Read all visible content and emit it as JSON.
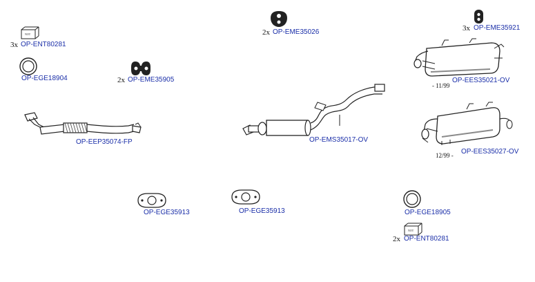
{
  "parts": {
    "ent80281_top": {
      "qty": "3x",
      "code": "OP-ENT80281",
      "box_text": "NOT"
    },
    "ege18904": {
      "code": "OP-EGE18904"
    },
    "eme35905": {
      "qty": "2x",
      "code": "OP-EME35905"
    },
    "eep35074": {
      "code": "OP-EEP35074-FP"
    },
    "eme35026": {
      "qty": "2x",
      "code": "OP-EME35026"
    },
    "ems35017": {
      "code": "OP-EMS35017-OV"
    },
    "eme35921": {
      "qty": "3x",
      "code": "OP-EME35921"
    },
    "ees35021": {
      "note": "- 11/99",
      "code": "OP-EES35021-OV"
    },
    "ees35027": {
      "note": "12/99 -",
      "code": "OP-EES35027-OV"
    },
    "ege35913_left": {
      "code": "OP-EGE35913"
    },
    "ege35913_mid": {
      "code": "OP-EGE35913"
    },
    "ege18905": {
      "code": "OP-EGE18905"
    },
    "ent80281_bottom": {
      "qty": "2x",
      "code": "OP-ENT80281",
      "box_text": "NOT"
    }
  },
  "colors": {
    "label": "#1a2ea8",
    "line": "#222222",
    "shade": "#8a8a8a"
  }
}
